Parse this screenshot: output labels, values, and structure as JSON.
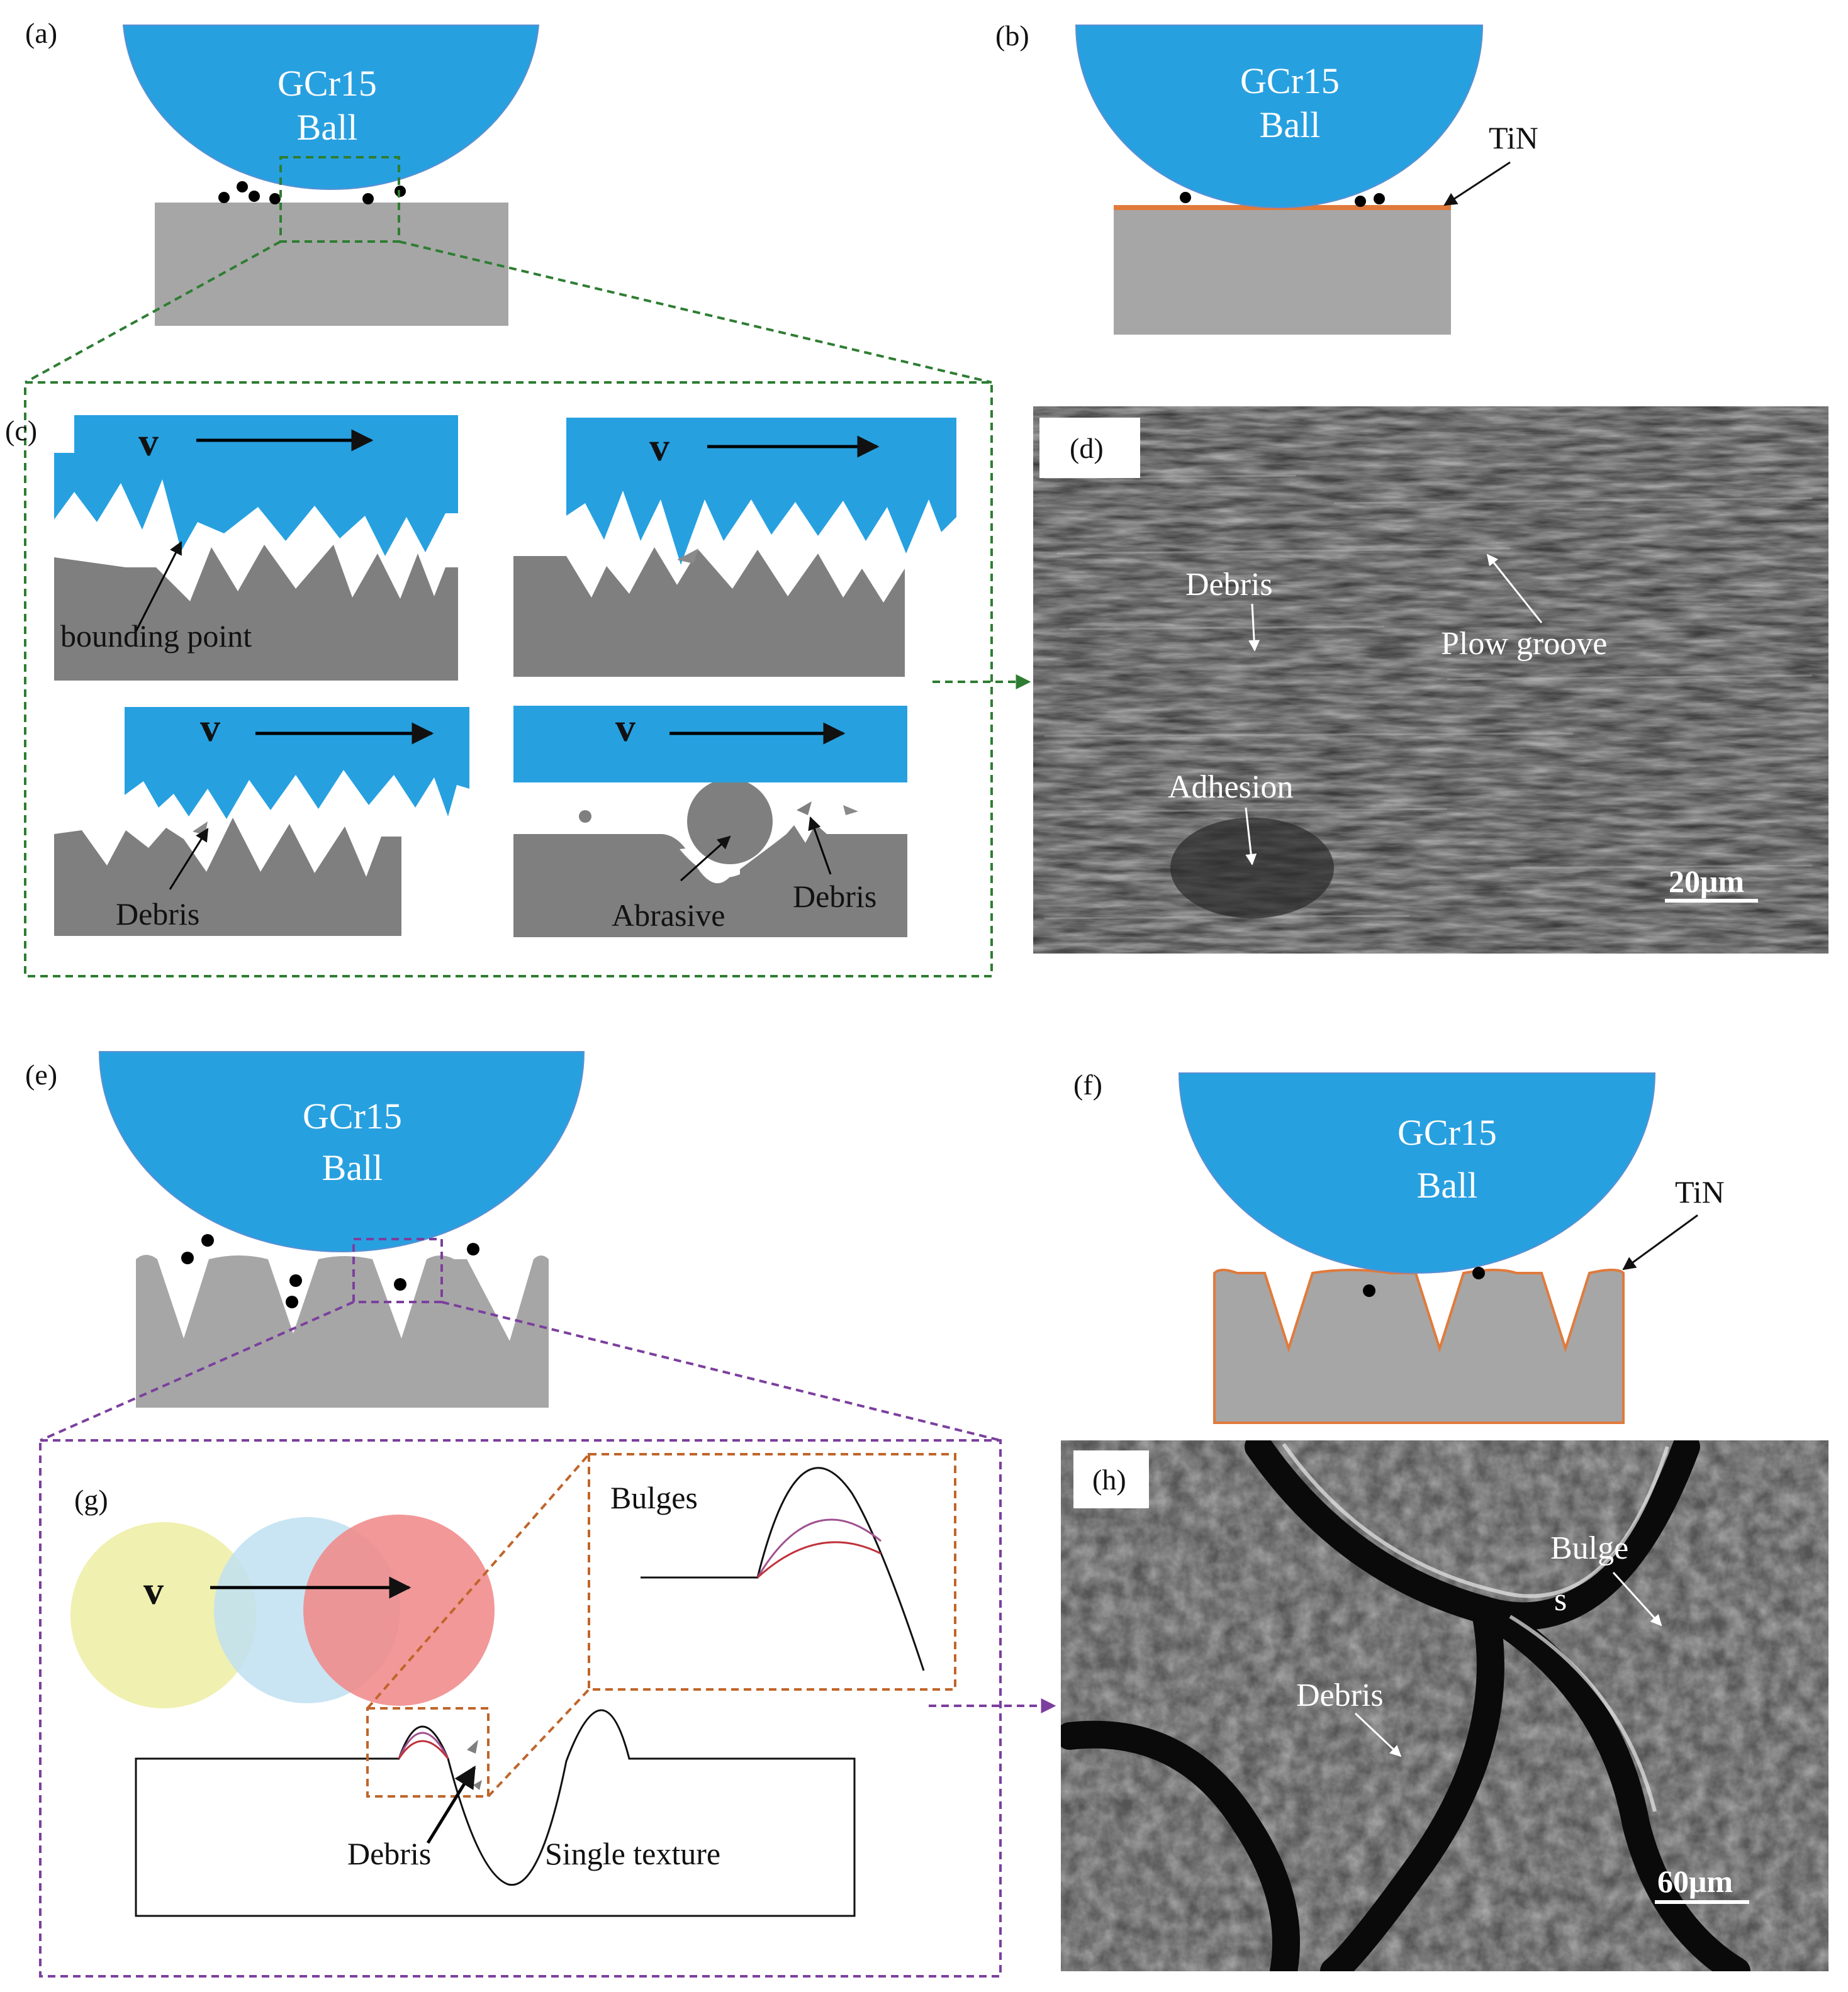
{
  "panels": {
    "a": {
      "label": "(a)",
      "ball_line1": "GCr15",
      "ball_line2": "Ball"
    },
    "b": {
      "label": "(b)",
      "ball_line1": "GCr15",
      "ball_line2": "Ball",
      "coating": "TiN"
    },
    "c": {
      "label": "(c)",
      "velocity": "v",
      "bounding_point": "bounding point",
      "debris": "Debris",
      "abrasive": "Abrasive"
    },
    "d": {
      "label": "(d)",
      "debris": "Debris",
      "plow_groove": "Plow groove",
      "adhesion": "Adhesion",
      "scale": "20μm"
    },
    "e": {
      "label": "(e)",
      "ball_line1": "GCr15",
      "ball_line2": "Ball"
    },
    "f": {
      "label": "(f)",
      "ball_line1": "GCr15",
      "ball_line2": "Ball",
      "coating": "TiN"
    },
    "g": {
      "label": "(g)",
      "velocity": "v",
      "bulges": "Bulges",
      "debris": "Debris",
      "single_texture": "Single texture"
    },
    "h": {
      "label": "(h)",
      "bulges_line1": "Bulge",
      "bulges_line2": "s",
      "debris": "Debris",
      "scale": "60μm"
    }
  },
  "colors": {
    "ball": "#27a0e0",
    "substrate": "#a6a6a6",
    "substrate_dark": "#7f7f7f",
    "tin_coating": "#e07a3c",
    "green_callout": "#2e7d32",
    "purple_callout": "#7b3f9e",
    "orange_callout": "#c0652a",
    "sem_background": "#3a3a3a"
  }
}
